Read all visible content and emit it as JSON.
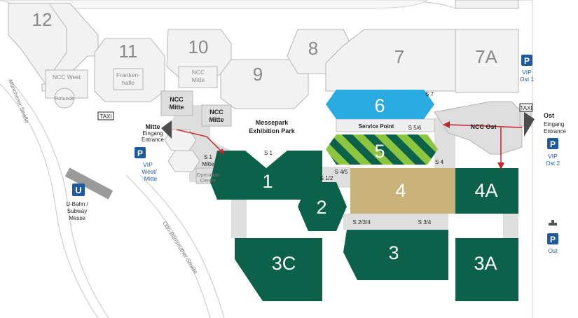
{
  "colors": {
    "green": "#0b6149",
    "blue": "#29abe2",
    "tan": "#c9b37a",
    "stripe_light": "#8cc63f",
    "grey_building": "#f2f2f2",
    "grey_line": "#b5b5b5",
    "walkway": "#dedede",
    "parking_blue": "#1e5a9e",
    "arrow_red": "#c1272d",
    "entrance_dark": "#4d4d4d"
  },
  "halls": {
    "h12": "12",
    "h11": "11",
    "h10": "10",
    "h9": "9",
    "h8": "8",
    "h7": "7",
    "h7a": "7A",
    "h6": "6",
    "h5": "5",
    "h4": "4",
    "h4a": "4A",
    "h1": "1",
    "h2": "2",
    "h3": "3",
    "h3a": "3A",
    "h3c": "3C"
  },
  "buildings": {
    "ncc_west": "NCC West",
    "rotunde": "Rotunde",
    "frankenhalle_1": "Franken-",
    "frankenhalle_2": "halle",
    "ncc_mitte_1": "NCC",
    "ncc_mitte_2": "Mitte",
    "ncc_mitte_box_1": "NCC",
    "ncc_mitte_box_2": "Mitte",
    "ncc_mitte_entr_1": "NCC",
    "ncc_mitte_entr_2": "Mitte",
    "operation_center_1": "Operation",
    "operation_center_2": "Center",
    "ncc_ost": "NCC Ost",
    "messepark_1": "Messepark",
    "messepark_2": "Exhibition Park",
    "service_point": "Service Point"
  },
  "entrances": {
    "mitte": "Mitte",
    "mitte_de": "Eingang",
    "mitte_en": "Entrance",
    "ost": "Ost",
    "ost_de": "Eingang",
    "ost_en": "Entrance"
  },
  "passages": {
    "s1_top": "S 1",
    "s1_mitte_1": "S 1",
    "s1_mitte_2": "Mitte",
    "s7": "S 7",
    "s56": "S 5/6",
    "s4": "S 4",
    "s45": "S 4/5",
    "s12": "S 1/2",
    "s234": "S 2/3/4",
    "s34": "S 3/4"
  },
  "parking": {
    "symbol": "P",
    "vip_ost1_1": "VIP",
    "vip_ost1_2": "Ost 1",
    "vip_ost2_1": "VIP",
    "vip_ost2_2": "Ost 2",
    "vip_west_1": "VIP",
    "vip_west_2": "West/",
    "vip_west_3": "Mitte",
    "ost": "Ost"
  },
  "transport": {
    "ubahn_symbol": "U",
    "ubahn_1": "U-Bahn /",
    "ubahn_2": "Subway",
    "ubahn_3": "Messe",
    "taxi": "TAXI"
  },
  "streets": {
    "muenchener": "Münchener Straße",
    "otto": "Otto-Bärnreuther-Straße"
  }
}
